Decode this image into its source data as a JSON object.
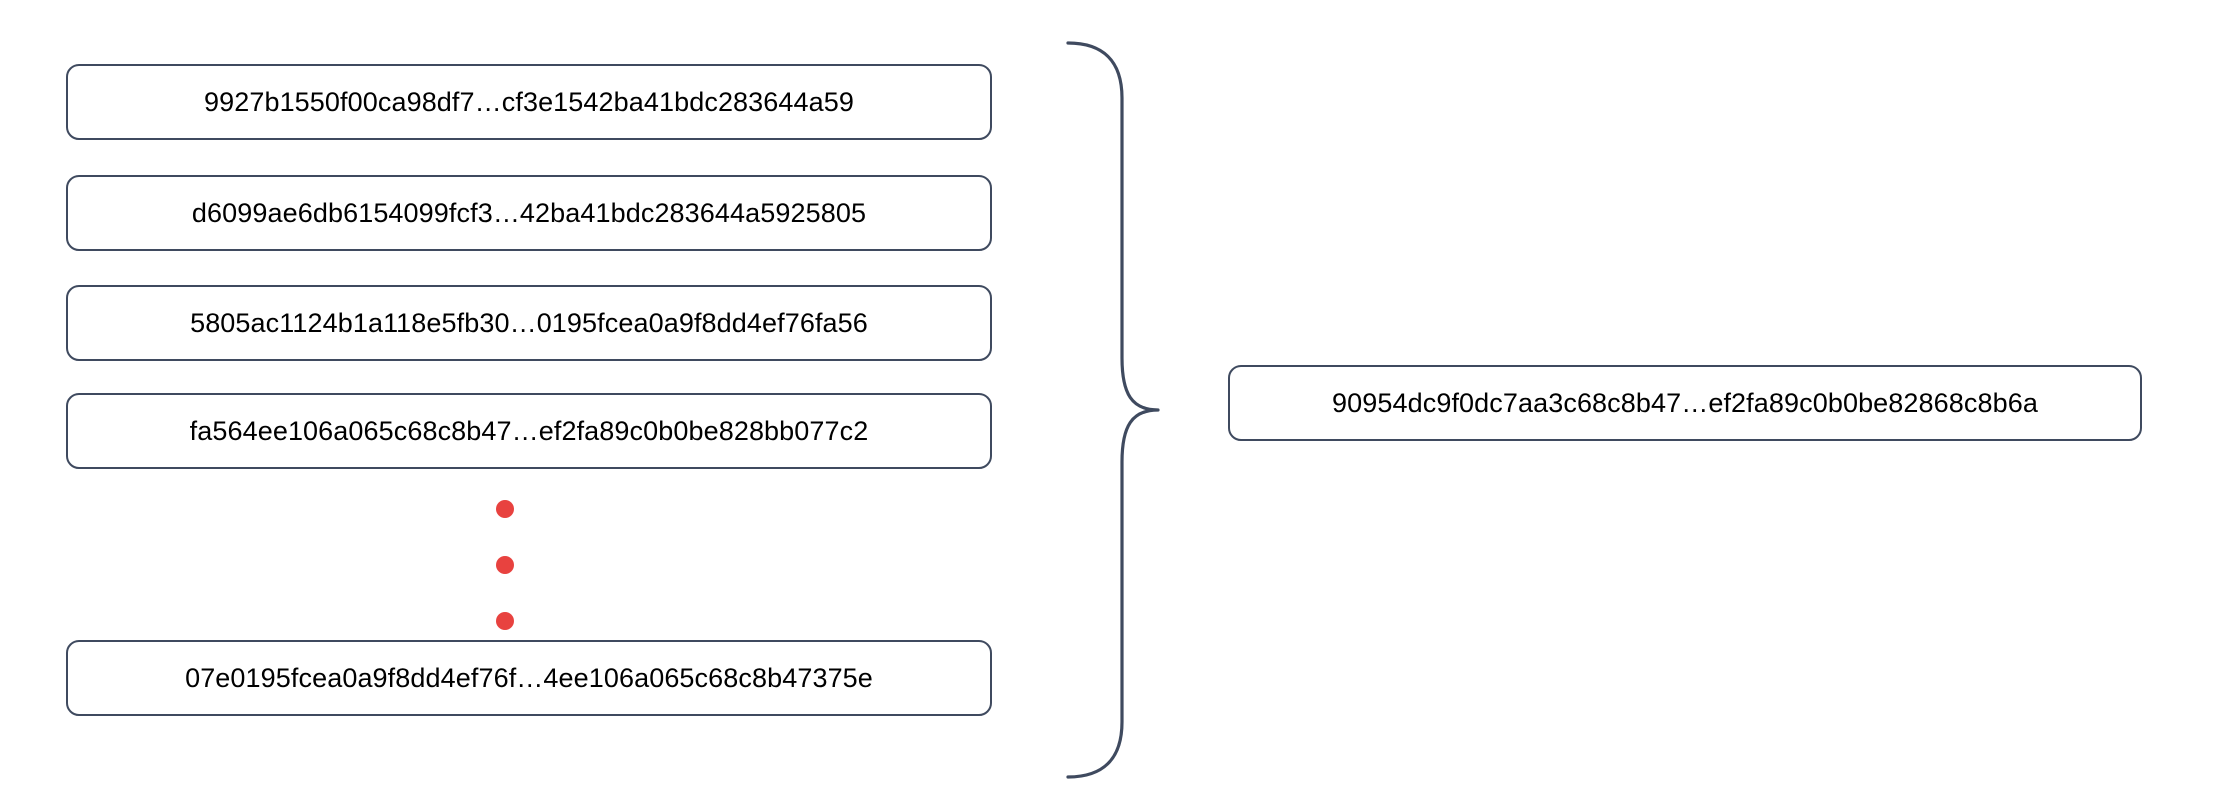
{
  "diagram": {
    "title": "hash-aggregation-diagram",
    "colors": {
      "box_border": "#3f4a5f",
      "box_fill": "#ffffff",
      "text": "#000000",
      "ellipsis_dot": "#e8423f",
      "brace_stroke": "#3f4a5f",
      "background": "#ffffff"
    }
  },
  "inputs": {
    "label": "input-hash-list",
    "items": [
      {
        "hash": "9927b1550f00ca98df7…cf3e1542ba41bdc283644a59"
      },
      {
        "hash": "d6099ae6db6154099fcf3…42ba41bdc283644a5925805"
      },
      {
        "hash": "5805ac1124b1a118e5fb30…0195fcea0a9f8dd4ef76fa56"
      },
      {
        "hash": "fa564ee106a065c68c8b47…ef2fa89c0b0be828bb077c2"
      },
      {
        "hash": "07e0195fcea0a9f8dd4ef76f…4ee106a065c68c8b47375e"
      }
    ]
  },
  "ellipsis": {
    "label": "vertical-ellipsis",
    "dot_count": 3
  },
  "output": {
    "label": "aggregated-hash",
    "hash": "90954dc9f0dc7aa3c68c8b47…ef2fa89c0b0be82868c8b6a"
  }
}
